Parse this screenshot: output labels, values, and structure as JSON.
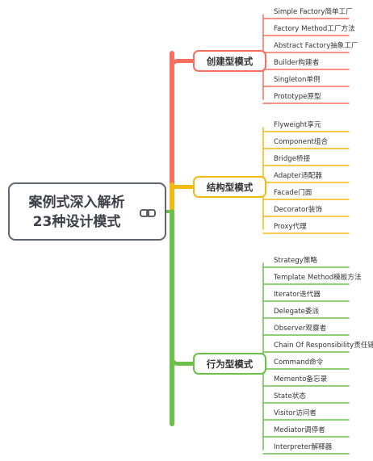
{
  "root": {
    "title_line1": "案例式深入解析",
    "title_line2": "23种设计模式",
    "icon": "link-icon"
  },
  "branches": [
    {
      "key": "creational",
      "label": "创建型模式",
      "color": "#f86e5f",
      "items": [
        "Simple Factory简单工厂",
        "Factory Method工厂方法",
        "Abstract Factory抽象工厂",
        "Builder构建者",
        "Singleton单例",
        "Prototype原型"
      ]
    },
    {
      "key": "structural",
      "label": "结构型模式",
      "color": "#f5b914",
      "items": [
        "Flyweight享元",
        "Component组合",
        "Bridge桥接",
        "Adapter适配器",
        "Facade门面",
        "Decorator装饰",
        "Proxy代理"
      ]
    },
    {
      "key": "behavioral",
      "label": "行为型模式",
      "color": "#6cc04a",
      "items": [
        "Strategy策略",
        "Template Method模板方法",
        "Iterator迭代器",
        "Delegate委派",
        "Observer观察者",
        "Chain Of Responsibility责任链",
        "Command命令",
        "Memento备忘录",
        "State状态",
        "Visitor访问者",
        "Mediator调停者",
        "Interpreter解释器"
      ]
    }
  ]
}
